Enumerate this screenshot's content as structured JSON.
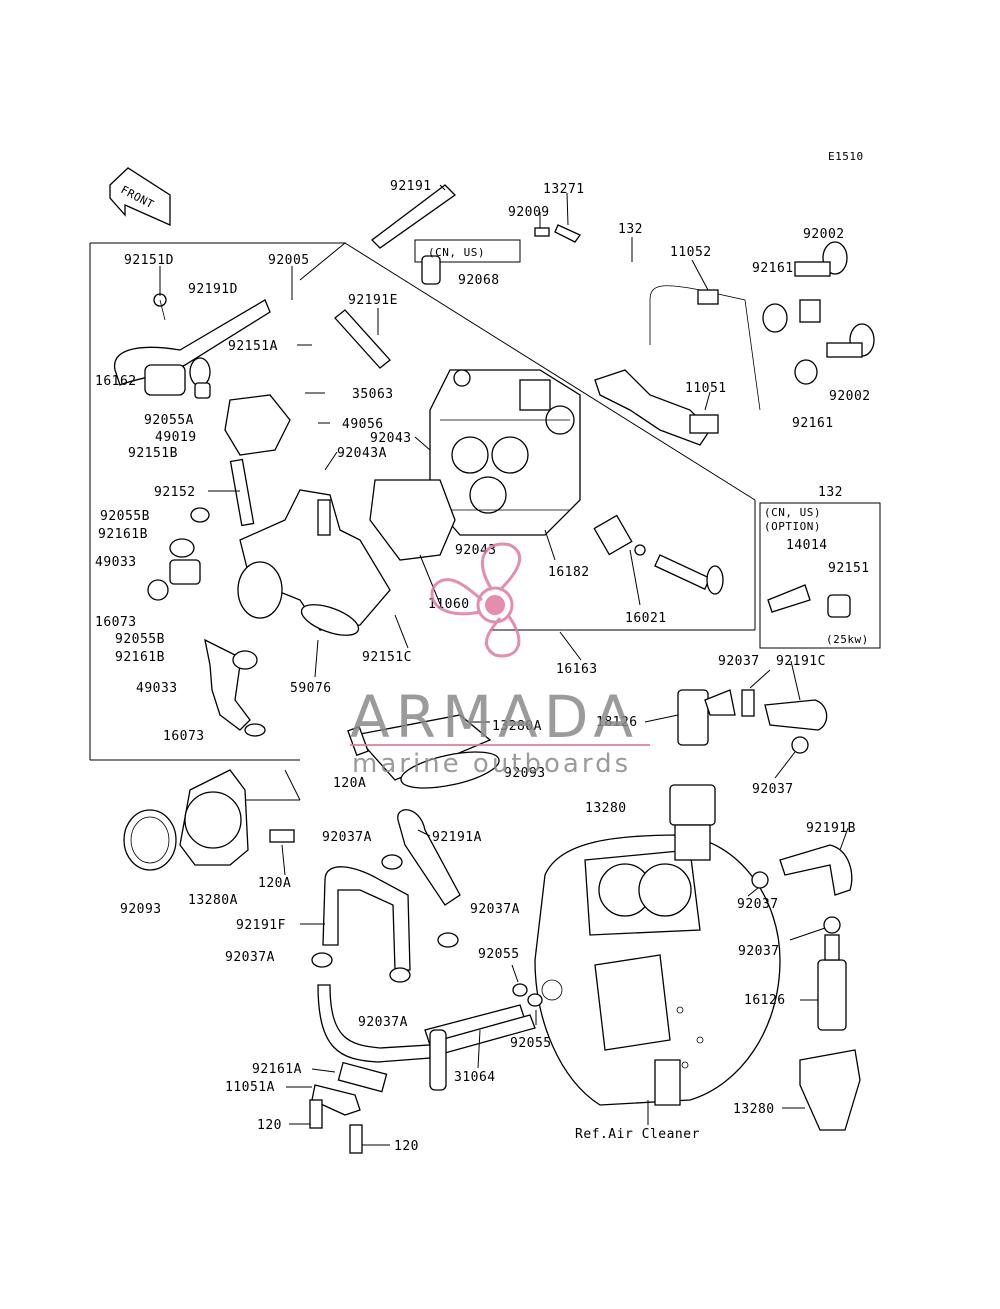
{
  "diagram_code": "E1510",
  "front_label": "FRONT",
  "watermark": {
    "brand": "ARMADA",
    "tagline": "marine outboards",
    "color": "#e07aa0"
  },
  "callouts": {
    "c92191": "92191",
    "c13271": "13271",
    "c92009": "92009",
    "c132a": "132",
    "c11052": "11052",
    "c92002a": "92002",
    "c92151D": "92151D",
    "c92005": "92005",
    "cn_us_a": "(CN, US)",
    "c92068": "92068",
    "c92161a": "92161",
    "c92191D": "92191D",
    "c92191E": "92191E",
    "c92151A": "92151A",
    "c35063": "35063",
    "c16162": "16162",
    "c92055A": "92055A",
    "c49019": "49019",
    "c49056": "49056",
    "c92043a": "92043",
    "c11051": "11051",
    "c92002b": "92002",
    "c92151B": "92151B",
    "c92043A": "92043A",
    "c92161b": "92161",
    "c92152": "92152",
    "c132b": "132",
    "c92055B": "92055B",
    "cn_us_b": "(CN, US)",
    "option": "(OPTION)",
    "c14014": "14014",
    "c92161B": "92161B",
    "c92043b": "92043",
    "c16182": "16182",
    "c49033a": "49033",
    "c92151": "92151",
    "c11060": "11060",
    "c16021": "16021",
    "c16073a": "16073",
    "kw25": "(25kw)",
    "c92055Bb": "92055B",
    "c92151C": "92151C",
    "c16163": "16163",
    "c92161Bb": "92161B",
    "c92037a": "92037",
    "c92191C": "92191C",
    "c49033b": "49033",
    "c59076": "59076",
    "c18126": "18126",
    "c13280Aa": "13280A",
    "c16073b": "16073",
    "c120Aa": "120A",
    "c92093a": "92093",
    "c92037b": "92037",
    "c13280a": "13280",
    "c92191B": "92191B",
    "c92037Aa": "92037A",
    "c92191A": "92191A",
    "c92093b": "92093",
    "c13280Ab": "13280A",
    "c120Ab": "120A",
    "c92037Ab": "92037A",
    "c92191F": "92191F",
    "c92037c": "92037",
    "c92037d": "92037",
    "c92055a": "92055",
    "c92037Ac": "92037A",
    "c16126": "16126",
    "c92037Ad": "92037A",
    "c92055b": "92055",
    "c92161A": "92161A",
    "c31064": "31064",
    "c11051A": "11051A",
    "c13280b": "13280",
    "c120a": "120",
    "c120b": "120",
    "ref_air": "Ref.Air Cleaner"
  }
}
